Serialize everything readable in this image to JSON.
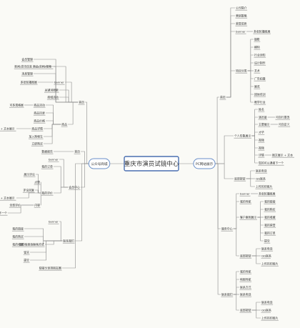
{
  "root": "重庆市演员试镜中心",
  "nodes": [
    {
      "id": "root",
      "text": "重庆市演员试镜中心",
      "parent": null,
      "type": "root"
    },
    {
      "id": "L",
      "text": "公众号商城",
      "parent": "root",
      "type": "main"
    },
    {
      "id": "R",
      "text": "PC网站展示",
      "parent": "root",
      "type": "main"
    },
    {
      "id": "L1",
      "text": "首页",
      "parent": "L"
    },
    {
      "id": "L1a",
      "text": "会员管理",
      "parent": "L1"
    },
    {
      "id": "L1b",
      "text": "新闻/资讯信息",
      "parent": "L1"
    },
    {
      "id": "L1c",
      "text": "消息管理",
      "parent": "L1"
    },
    {
      "id": "L1d",
      "text": "商品/文档/视频",
      "parent": "L1"
    },
    {
      "id": "L1e",
      "text": "banner",
      "parent": "L1"
    },
    {
      "id": "L1e1",
      "text": "多张轮播图展",
      "parent": "L1e"
    },
    {
      "id": "L1f",
      "text": "关键词搜索",
      "parent": "L1"
    },
    {
      "id": "L1g",
      "text": "商城活动",
      "parent": "L1"
    },
    {
      "id": "L1h",
      "text": "商品",
      "parent": "L1"
    },
    {
      "id": "L1h1",
      "text": "商品活动",
      "parent": "L1h"
    },
    {
      "id": "L1h1a",
      "text": "可多规格展",
      "parent": "L1h1"
    },
    {
      "id": "L1h2",
      "text": "商品目录",
      "parent": "L1h"
    },
    {
      "id": "L1h3",
      "text": "商品价格",
      "parent": "L1h"
    },
    {
      "id": "L1h4",
      "text": "商品详情",
      "parent": "L1h"
    },
    {
      "id": "L1h4a",
      "text": "图文 + 文本展示",
      "parent": "L1h4"
    },
    {
      "id": "L1h5",
      "text": "加入购物车",
      "parent": "L1h"
    },
    {
      "id": "L1h6",
      "text": "立即购买",
      "parent": "L1h"
    },
    {
      "id": "L2",
      "text": "首页",
      "parent": "L"
    },
    {
      "id": "L2x",
      "text": "数据报告",
      "parent": "L2"
    },
    {
      "id": "L3",
      "text": "会员中心",
      "parent": "L"
    },
    {
      "id": "L3a",
      "text": "banner",
      "parent": "L3"
    },
    {
      "id": "L3b",
      "text": "我的订单",
      "parent": "L3"
    },
    {
      "id": "L3c",
      "text": "我的评价",
      "parent": "L3"
    },
    {
      "id": "L3c1",
      "text": "展示评论",
      "parent": "L3c"
    },
    {
      "id": "L3c2",
      "text": "点赞",
      "parent": "L3c"
    },
    {
      "id": "L3c3",
      "text": "评论回复",
      "parent": "L3c"
    },
    {
      "id": "L3c4",
      "text": "图文 + 文本展示",
      "parent": "L3c"
    },
    {
      "id": "L3c5",
      "text": "内容",
      "parent": "L3c"
    },
    {
      "id": "L3c5a",
      "text": "全部评价",
      "parent": "L3c5"
    },
    {
      "id": "L3c5b",
      "text": "我评过以及看下一个",
      "parent": "L3c5"
    },
    {
      "id": "L4",
      "text": "联系我们",
      "parent": "L"
    },
    {
      "id": "L4a",
      "text": "banner",
      "parent": "L4"
    },
    {
      "id": "L4b",
      "text": "我的链接",
      "parent": "L4"
    },
    {
      "id": "L4c",
      "text": "我的购买",
      "parent": "L4"
    },
    {
      "id": "L4d",
      "text": "我的收藏",
      "parent": "L4"
    },
    {
      "id": "L4e",
      "text": "留言",
      "parent": "L4"
    },
    {
      "id": "L4f",
      "text": "提交",
      "parent": "L4"
    },
    {
      "id": "L4g",
      "text": "我的信息及联系方式",
      "parent": "L4"
    },
    {
      "id": "L5",
      "text": "链接分享到朋友圈",
      "parent": "L"
    },
    {
      "id": "R1",
      "text": "首页",
      "parent": "R"
    },
    {
      "id": "R1a",
      "text": "公司简介",
      "parent": "R1"
    },
    {
      "id": "R1b",
      "text": "营销策略",
      "parent": "R1"
    },
    {
      "id": "R1c",
      "text": "荣誉资质",
      "parent": "R1"
    },
    {
      "id": "R1d",
      "text": "banner",
      "parent": "R1"
    },
    {
      "id": "R1d1",
      "text": "多张轮播图展",
      "parent": "R1d"
    },
    {
      "id": "R1e",
      "text": "项目分类",
      "parent": "R1"
    },
    {
      "id": "R1e1",
      "text": "摄影",
      "parent": "R1e"
    },
    {
      "id": "R1e2",
      "text": "模特",
      "parent": "R1e"
    },
    {
      "id": "R1e3",
      "text": "行业须知",
      "parent": "R1e"
    },
    {
      "id": "R1e4",
      "text": "设计制作",
      "parent": "R1e"
    },
    {
      "id": "R1e5",
      "text": "艺术",
      "parent": "R1e"
    },
    {
      "id": "R1e6",
      "text": "广告拍摄",
      "parent": "R1e"
    },
    {
      "id": "R1e7",
      "text": "展览",
      "parent": "R1e"
    },
    {
      "id": "R1e8",
      "text": "团体培训",
      "parent": "R1e"
    },
    {
      "id": "R1e9",
      "text": "教学行业",
      "parent": "R1e"
    },
    {
      "id": "R2",
      "text": "个人形象展示",
      "parent": "R"
    },
    {
      "id": "R2a",
      "text": "姓名",
      "parent": "R2"
    },
    {
      "id": "R2b",
      "text": "演员量",
      "parent": "R2"
    },
    {
      "id": "R2b1",
      "text": "可自行更改",
      "parent": "R2b"
    },
    {
      "id": "R2c",
      "text": "主要展示",
      "parent": "R2"
    },
    {
      "id": "R2c1",
      "text": "可自定义",
      "parent": "R2c"
    },
    {
      "id": "R2d",
      "text": "才华",
      "parent": "R2"
    },
    {
      "id": "R2e",
      "text": "视频",
      "parent": "R2"
    },
    {
      "id": "R2f",
      "text": "视频",
      "parent": "R2"
    },
    {
      "id": "R2g",
      "text": "详情",
      "parent": "R2"
    },
    {
      "id": "R2g1",
      "text": "图文展示 + 文本",
      "parent": "R2g"
    },
    {
      "id": "R2h",
      "text": "您的可以通报下一个",
      "parent": "R2"
    },
    {
      "id": "R3",
      "text": "底部按钮",
      "parent": "R"
    },
    {
      "id": "R3a",
      "text": "联系电话",
      "parent": "R3"
    },
    {
      "id": "R3b",
      "text": "QQ联系",
      "parent": "R3"
    },
    {
      "id": "R3c",
      "text": "上传的印图片",
      "parent": "R3"
    },
    {
      "id": "R4",
      "text": "服务中心",
      "parent": "R"
    },
    {
      "id": "R4a",
      "text": "banner",
      "parent": "R4"
    },
    {
      "id": "R4a1",
      "text": "多张轮播图展",
      "parent": "R4a"
    },
    {
      "id": "R4b",
      "text": "我的导航",
      "parent": "R4"
    },
    {
      "id": "R4c",
      "text": "客户案例展示",
      "parent": "R4"
    },
    {
      "id": "R4c1",
      "text": "我的链接",
      "parent": "R4c"
    },
    {
      "id": "R4c2",
      "text": "我的购买",
      "parent": "R4c"
    },
    {
      "id": "R4c3",
      "text": "我的收藏",
      "parent": "R4c"
    },
    {
      "id": "R4c4",
      "text": "我的荣誉",
      "parent": "R4c"
    },
    {
      "id": "R4c5",
      "text": "我的订单",
      "parent": "R4c"
    },
    {
      "id": "R4c6",
      "text": "提交",
      "parent": "R4c"
    },
    {
      "id": "R4d",
      "text": "底部按钮",
      "parent": "R4"
    },
    {
      "id": "R4d1",
      "text": "联系电话",
      "parent": "R4d"
    },
    {
      "id": "R4d2",
      "text": "QQ联系",
      "parent": "R4d"
    },
    {
      "id": "R4d3",
      "text": "上传的印图片",
      "parent": "R4d"
    },
    {
      "id": "R5",
      "text": "联系我们",
      "parent": "R"
    },
    {
      "id": "R5a",
      "text": "我的导航",
      "parent": "R5"
    },
    {
      "id": "R5b",
      "text": "地图导航",
      "parent": "R5"
    },
    {
      "id": "R5c",
      "text": "联系方式",
      "parent": "R5"
    },
    {
      "id": "R5d",
      "text": "联系电话",
      "parent": "R5"
    },
    {
      "id": "R5e",
      "text": "底部按钮",
      "parent": "R5"
    },
    {
      "id": "R5e1",
      "text": "联系电话",
      "parent": "R5e"
    },
    {
      "id": "R5e2",
      "text": "QQ联系",
      "parent": "R5e"
    },
    {
      "id": "R5e3",
      "text": "上传的印图片",
      "parent": "R5e"
    }
  ]
}
